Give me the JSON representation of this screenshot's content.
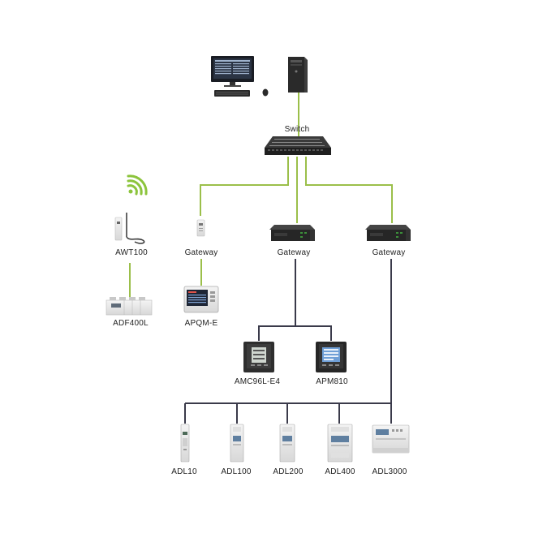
{
  "diagram": {
    "title": "Network topology",
    "nodes": {
      "switch": "Switch",
      "gateway_left": "Gateway",
      "gateway_mid": "Gateway",
      "gateway_right": "Gateway",
      "awt100": "AWT100",
      "adf400l": "ADF400L",
      "apqm_e": "APQM-E",
      "amc96l_e4": "AMC96L-E4",
      "apm810": "APM810",
      "adl10": "ADL10",
      "adl100": "ADL100",
      "adl200": "ADL200",
      "adl400": "ADL400",
      "adl3000": "ADL3000"
    },
    "colors": {
      "green_link": "#9bbf4a",
      "dark_link": "#3a3a4a",
      "wifi": "#8cc43c"
    },
    "icons": [
      "computer-monitor-icon",
      "pc-tower-icon",
      "keyboard-icon",
      "mouse-icon",
      "network-switch-icon",
      "wifi-icon",
      "gateway-icon",
      "meter-icon"
    ]
  }
}
